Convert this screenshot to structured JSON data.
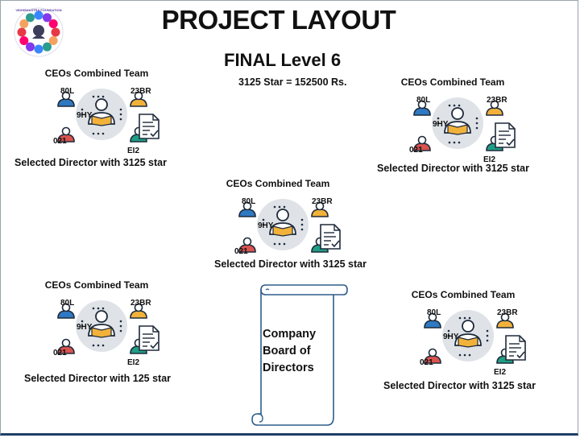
{
  "page": {
    "title": "PROJECT LAYOUT",
    "level": "FINAL Level 6",
    "star_rate": "3125 Star = 152500 Rs."
  },
  "logo": {
    "text": "VIDHISHASTRA FOUNDATION",
    "colors": [
      "#e63946",
      "#f4a261",
      "#2a9d8f",
      "#3a86ff",
      "#8338ec",
      "#ff006e"
    ]
  },
  "teams": [
    {
      "title": "CEOs Combined Team",
      "top_left": "80L",
      "top_right": "23BR",
      "center": "9HY",
      "bottom_left": "021",
      "bottom_right": "EI2",
      "selected": "Selected Director with 3125 star"
    },
    {
      "title": "CEOs Combined Team",
      "top_left": "80L",
      "top_right": "23BR",
      "center": "9HY",
      "bottom_left": "021",
      "bottom_right": "EI2",
      "selected": "Selected Director with 3125 star"
    },
    {
      "title": "CEOs Combined Team",
      "top_left": "80L",
      "top_right": "23BR",
      "center": "9HY",
      "bottom_left": "021",
      "bottom_right": "",
      "selected": "Selected Director with 3125 star"
    },
    {
      "title": "CEOs Combined Team",
      "top_left": "80L",
      "top_right": "23BR",
      "center": "9HY",
      "bottom_left": "021",
      "bottom_right": "EI2",
      "selected": "Selected Director with 125 star"
    },
    {
      "title": "CEOs Combined Team",
      "top_left": "80L",
      "top_right": "23BR",
      "center": "9HY",
      "bottom_left": "021",
      "bottom_right": "EI2",
      "selected": "Selected Director with 3125 star"
    }
  ],
  "board": {
    "line1": "Company",
    "line2": "Board of",
    "line3": "Directors"
  },
  "colors": {
    "person_blue": "#2f79c2",
    "person_orange": "#f2b23a",
    "person_red": "#d9534f",
    "person_teal": "#1f9e84",
    "table_bg": "#dfe3e8",
    "scroll_stroke": "#2e5d8c"
  }
}
